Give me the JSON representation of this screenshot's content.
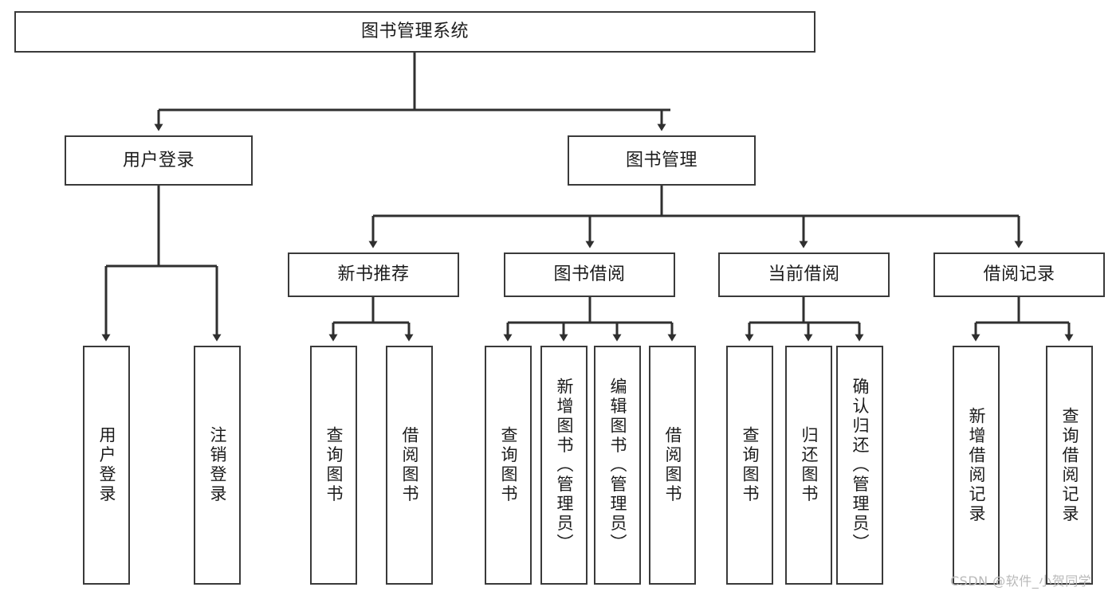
{
  "diagram": {
    "title": "图书管理系统",
    "type": "tree-hierarchy",
    "watermark": "CSDN @软件_小贺同学",
    "colors": {
      "background": "#ffffff",
      "box_border": "#3a3a3a",
      "box_fill": "#ffffff",
      "text": "#1c1c1c",
      "connector": "#2f2f2f",
      "watermark": "#b9b9b9"
    }
  },
  "nodes": {
    "root": {
      "label": "图书管理系统"
    },
    "level1": [
      {
        "id": "user-login",
        "label": "用户登录"
      },
      {
        "id": "book-manage",
        "label": "图书管理"
      }
    ],
    "level2": [
      {
        "id": "new-book-recommend",
        "label": "新书推荐"
      },
      {
        "id": "book-borrow",
        "label": "图书借阅"
      },
      {
        "id": "current-borrow",
        "label": "当前借阅"
      },
      {
        "id": "borrow-record",
        "label": "借阅记录"
      }
    ],
    "leaves": {
      "user_login": [
        {
          "id": "leaf-user-login",
          "label": "用户登录"
        },
        {
          "id": "leaf-logout-login",
          "label": "注销登录"
        }
      ],
      "new_book_recommend": [
        {
          "id": "leaf-query-book-1",
          "label": "查询图书"
        },
        {
          "id": "leaf-borrow-book-1",
          "label": "借阅图书"
        }
      ],
      "book_borrow": [
        {
          "id": "leaf-query-book-2",
          "label": "查询图书"
        },
        {
          "id": "leaf-add-book",
          "label": "新增图书（管理员）"
        },
        {
          "id": "leaf-edit-book",
          "label": "编辑图书（管理员）"
        },
        {
          "id": "leaf-borrow-book-2",
          "label": "借阅图书"
        }
      ],
      "current_borrow": [
        {
          "id": "leaf-query-book-3",
          "label": "查询图书"
        },
        {
          "id": "leaf-return-book",
          "label": "归还图书"
        },
        {
          "id": "leaf-confirm-return",
          "label": "确认归还（管理员）"
        }
      ],
      "borrow_record": [
        {
          "id": "leaf-add-borrow-record",
          "label": "新增借阅记录"
        },
        {
          "id": "leaf-query-borrow-record",
          "label": "查询借阅记录"
        }
      ]
    }
  }
}
